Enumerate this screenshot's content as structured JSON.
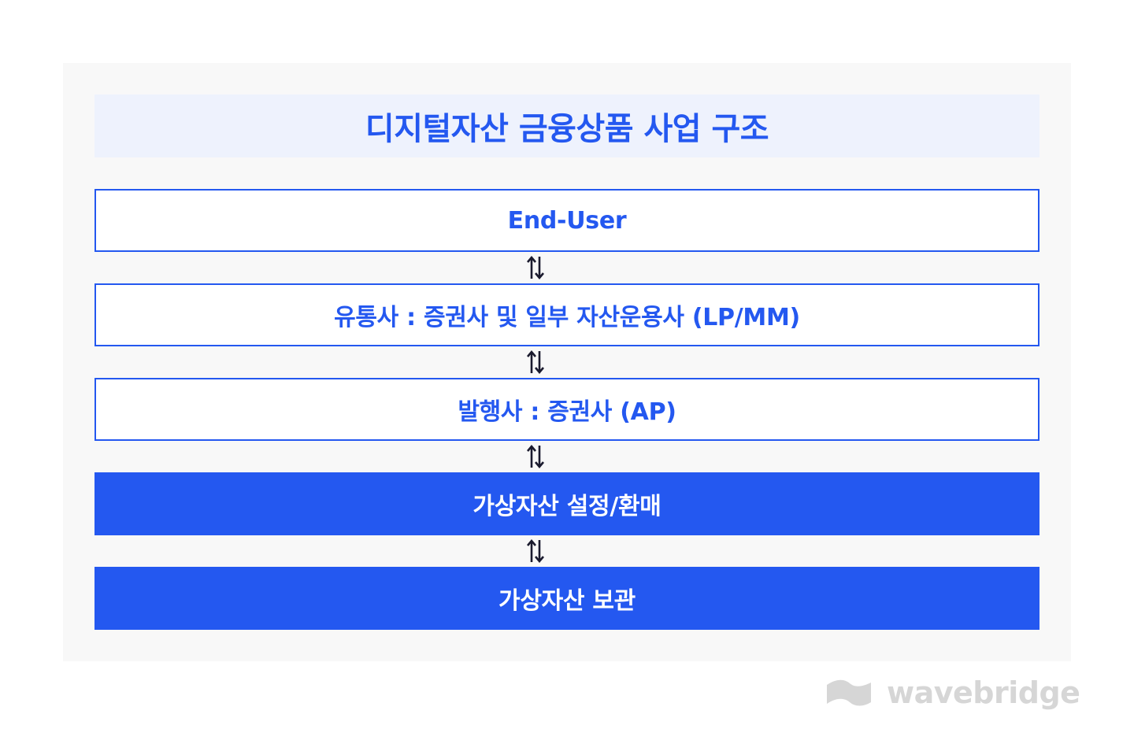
{
  "title": "디지털자산 금융상품 사업 구조",
  "layers": [
    {
      "label": "End-User",
      "style": "outline"
    },
    {
      "label": "유통사 : 증권사 및 일부 자산운용사 (LP/MM)",
      "style": "outline"
    },
    {
      "label": "발행사 : 증권사 (AP)",
      "style": "outline"
    },
    {
      "label": "가상자산 설정/환매",
      "style": "filled"
    },
    {
      "label": "가상자산 보관",
      "style": "filled"
    }
  ],
  "connector_icon": "bidirectional-arrows-icon",
  "brand": {
    "name": "wavebridge",
    "icon": "wave-flag-icon"
  },
  "colors": {
    "accent": "#2458f0",
    "title_background": "#eef2fd",
    "panel_background": "#f8f8f8",
    "logo": "#d6d6d6"
  }
}
